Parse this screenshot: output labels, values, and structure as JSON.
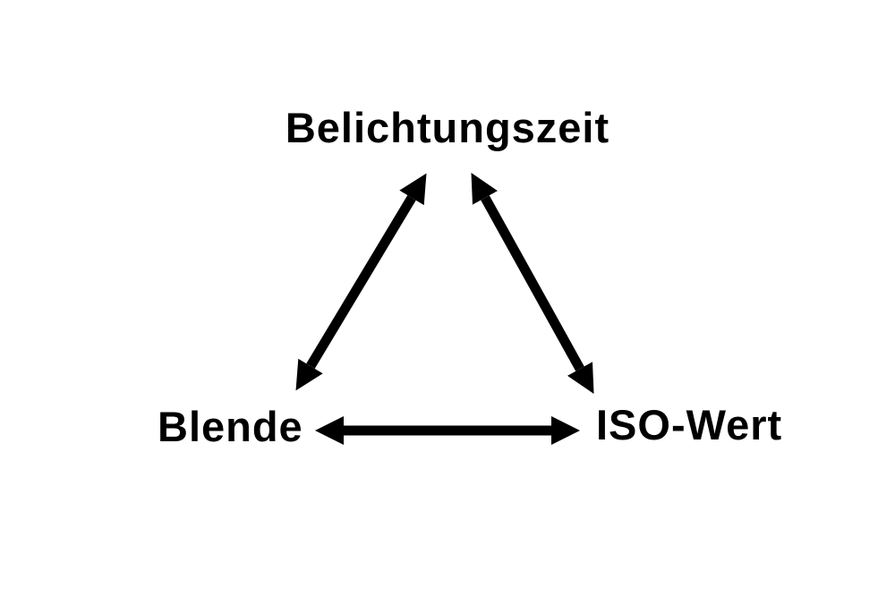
{
  "diagram": {
    "type": "relationship-triangle",
    "topic": "exposure triangle (photography, German)",
    "nodes": [
      {
        "id": "belichtungszeit",
        "label": "Belichtungszeit",
        "position": "top"
      },
      {
        "id": "blende",
        "label": "Blende",
        "position": "bottom-left"
      },
      {
        "id": "iso-wert",
        "label": "ISO-Wert",
        "position": "bottom-right"
      }
    ],
    "edges": [
      {
        "from": "blende",
        "to": "belichtungszeit",
        "style": "double-headed-arrow"
      },
      {
        "from": "belichtungszeit",
        "to": "iso-wert",
        "style": "double-headed-arrow"
      },
      {
        "from": "blende",
        "to": "iso-wert",
        "style": "double-headed-arrow"
      }
    ],
    "colors": {
      "background": "#ffffff",
      "foreground": "#000000"
    }
  }
}
